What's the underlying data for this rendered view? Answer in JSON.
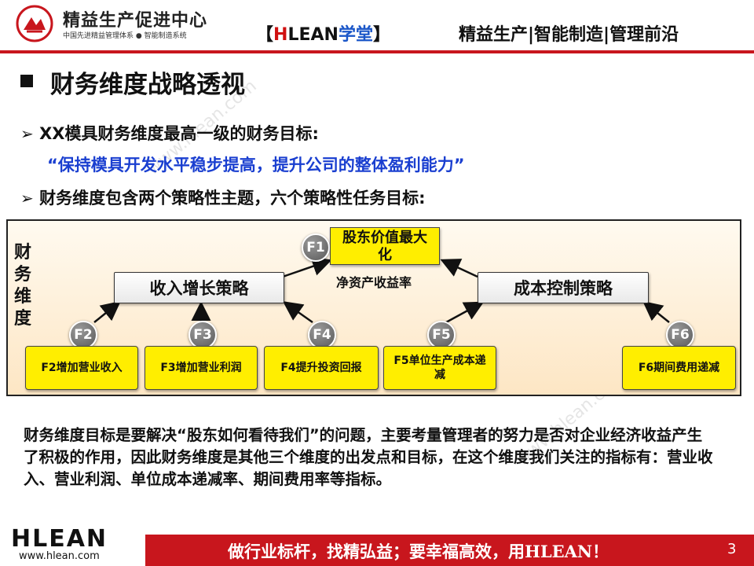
{
  "header": {
    "org_name": "精益生产促进中心",
    "org_sub": "中国先进精益管理体系 ● 智能制造系统",
    "brand_open": "【",
    "brand_h": "H",
    "brand_lean": "LEAN",
    "brand_xt": "学堂",
    "brand_close": "】",
    "tagline": "精益生产|智能制造|管理前沿"
  },
  "title": "财务维度战略透视",
  "bullets": [
    {
      "text": "XX模具财务维度最高一级的财务目标:"
    },
    {
      "text": "财务维度包含两个策略性主题，六个策略性任务目标:"
    }
  ],
  "quote": "“保持模具开发水平稳步提高，提升公司的整体盈利能力”",
  "diagram": {
    "vertical_label": [
      "财",
      "务",
      "维",
      "度"
    ],
    "f1": {
      "badge": "F1",
      "line1": "股东价值最大",
      "line2": "化"
    },
    "roe_label": "净资产收益率",
    "strategies": {
      "left": "收入增长策略",
      "right": "成本控制策略"
    },
    "tasks": [
      {
        "badge": "F2",
        "label": "F2增加营业收入"
      },
      {
        "badge": "F3",
        "label": "F3增加营业利润"
      },
      {
        "badge": "F4",
        "label": "F4提升投资回报"
      },
      {
        "badge": "F5",
        "label_line1": "F5单位生产成本递",
        "label_line2": "减"
      },
      {
        "badge": "F6",
        "label": "F6期间费用递减"
      }
    ]
  },
  "paragraph": "财务维度目标是要解决“股东如何看待我们”的问题，主要考量管理者的努力是否对企业经济收益产生了积极的作用，因此财务维度是其他三个维度的出发点和目标，在这个维度我们关注的指标有：营业收入、营业利润、单位成本递减率、期间费用率等指标。",
  "footer": {
    "logo": "HLEAN",
    "url": "www.hlean.com",
    "slogan": "做行业标杆，找精弘益；要幸福高效，用HLEAN！",
    "page_number": "3"
  },
  "watermark": "www.hlean.com",
  "colors": {
    "accent_red": "#c8161d",
    "quote_blue": "#1a3fd0",
    "box_yellow": "#ffee00"
  }
}
